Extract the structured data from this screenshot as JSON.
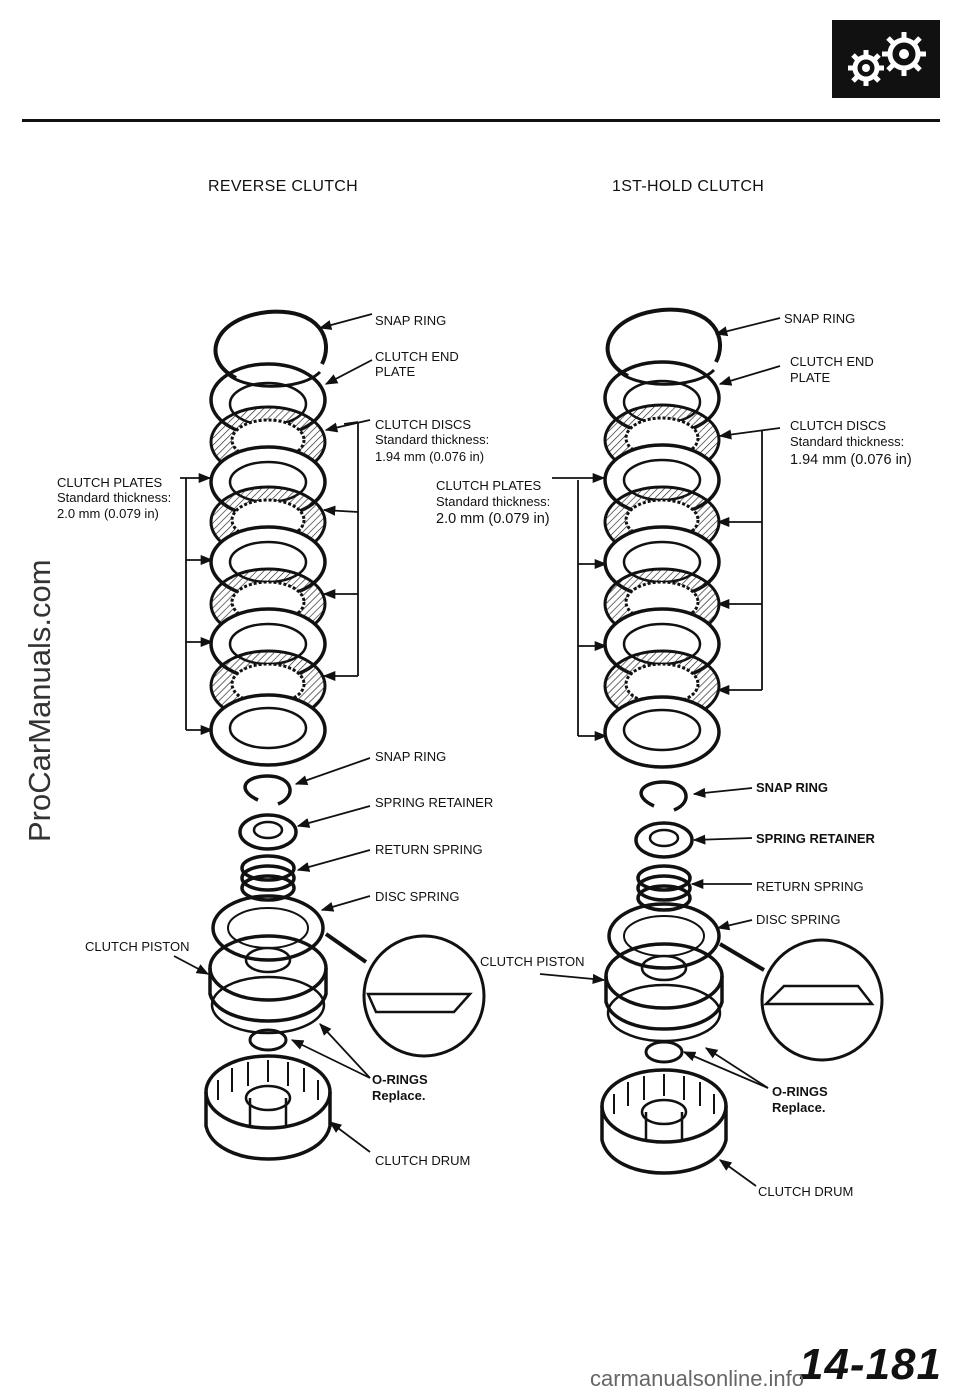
{
  "header": {
    "gear_icon": "gears-icon"
  },
  "titles": {
    "left": "REVERSE CLUTCH",
    "right": "1ST-HOLD CLUTCH"
  },
  "left_labels": {
    "snap_ring_top": "SNAP RING",
    "clutch_end_plate": [
      "CLUTCH END",
      "PLATE"
    ],
    "clutch_discs": [
      "CLUTCH DISCS",
      "Standard thickness:",
      "1.94 mm (0.076 in)"
    ],
    "clutch_plates": [
      "CLUTCH PLATES",
      "Standard thickness:",
      "2.0 mm (0.079 in)"
    ],
    "snap_ring_lower": "SNAP RING",
    "spring_retainer": "SPRING RETAINER",
    "return_spring": "RETURN SPRING",
    "disc_spring": "DISC SPRING",
    "clutch_piston": "CLUTCH PISTON",
    "o_rings": [
      "O-RINGS",
      "Replace."
    ],
    "clutch_drum": "CLUTCH DRUM"
  },
  "right_labels": {
    "snap_ring_top": "SNAP RING",
    "clutch_end_plate": [
      "CLUTCH END",
      "PLATE"
    ],
    "clutch_discs": [
      "CLUTCH DISCS",
      "Standard thickness:",
      "1.94 mm (0.076 in)"
    ],
    "clutch_plates": [
      "CLUTCH PLATES",
      "Standard thickness:",
      "2.0 mm (0.079 in)"
    ],
    "snap_ring_lower": "SNAP RING",
    "spring_retainer": "SPRING RETAINER",
    "return_spring": "RETURN SPRING",
    "disc_spring": "DISC SPRING",
    "clutch_piston": "CLUTCH PISTON",
    "o_rings": [
      "O-RINGS",
      "Replace."
    ],
    "clutch_drum": "CLUTCH DRUM"
  },
  "watermark_side": "ProCarManuals.com",
  "page_number": "14-181",
  "watermark_footer": "carmanualsonline.info"
}
